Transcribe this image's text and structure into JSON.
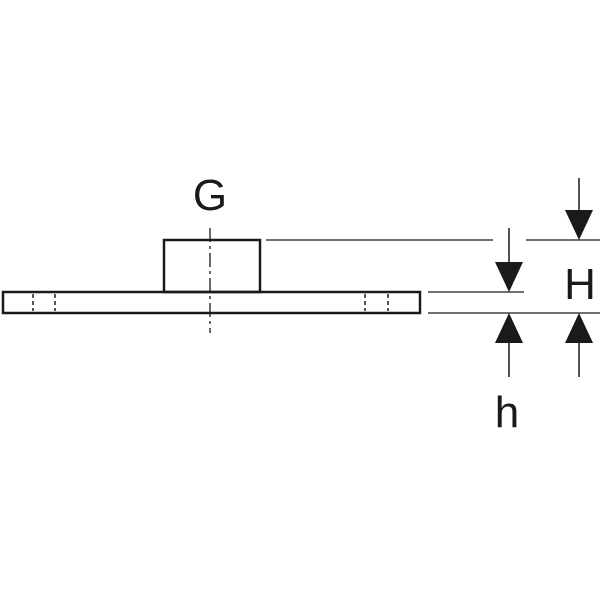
{
  "labels": {
    "thread": "G",
    "total_height": "H",
    "plate_thickness": "h"
  },
  "colors": {
    "line": "#1a1a1a",
    "background": "#ffffff"
  }
}
